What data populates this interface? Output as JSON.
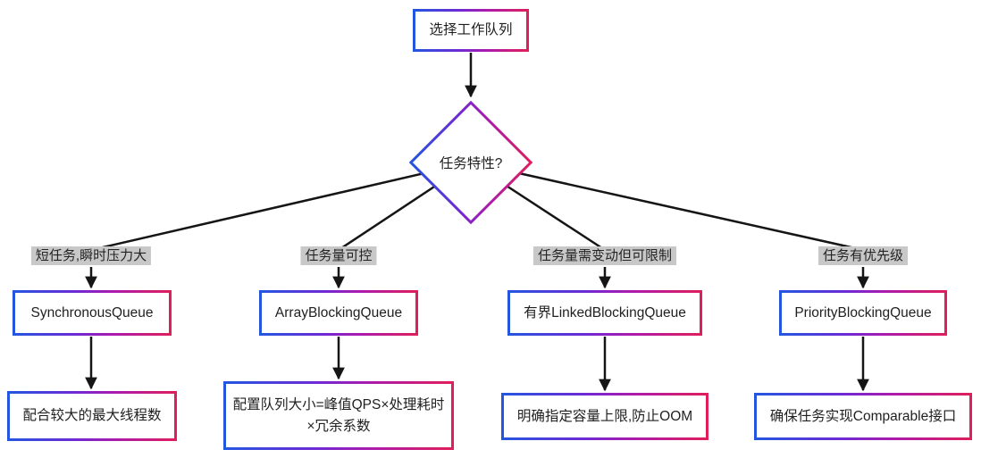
{
  "diagram": {
    "root": "选择工作队列",
    "decision": "任务特性?",
    "branches": [
      {
        "condition": "短任务,瞬时压力大",
        "queue": "SynchronousQueue",
        "advice": "配合较大的最大线程数"
      },
      {
        "condition": "任务量可控",
        "queue": "ArrayBlockingQueue",
        "advice": "配置队列大小=峰值QPS×处理耗时×冗余系数"
      },
      {
        "condition": "任务量需变动但可限制",
        "queue": "有界LinkedBlockingQueue",
        "advice": "明确指定容量上限,防止OOM"
      },
      {
        "condition": "任务有优先级",
        "queue": "PriorityBlockingQueue",
        "advice": "确保任务实现Comparable接口"
      }
    ],
    "colors": {
      "border_gradient_start": "#2257e0",
      "border_gradient_mid": "#a81bb0",
      "border_gradient_end": "#e01e5a",
      "condition_label_bg": "#c8c8c8",
      "arrow": "#151515",
      "node_fill": "#ffffff",
      "text": "#1f1f1f"
    }
  }
}
